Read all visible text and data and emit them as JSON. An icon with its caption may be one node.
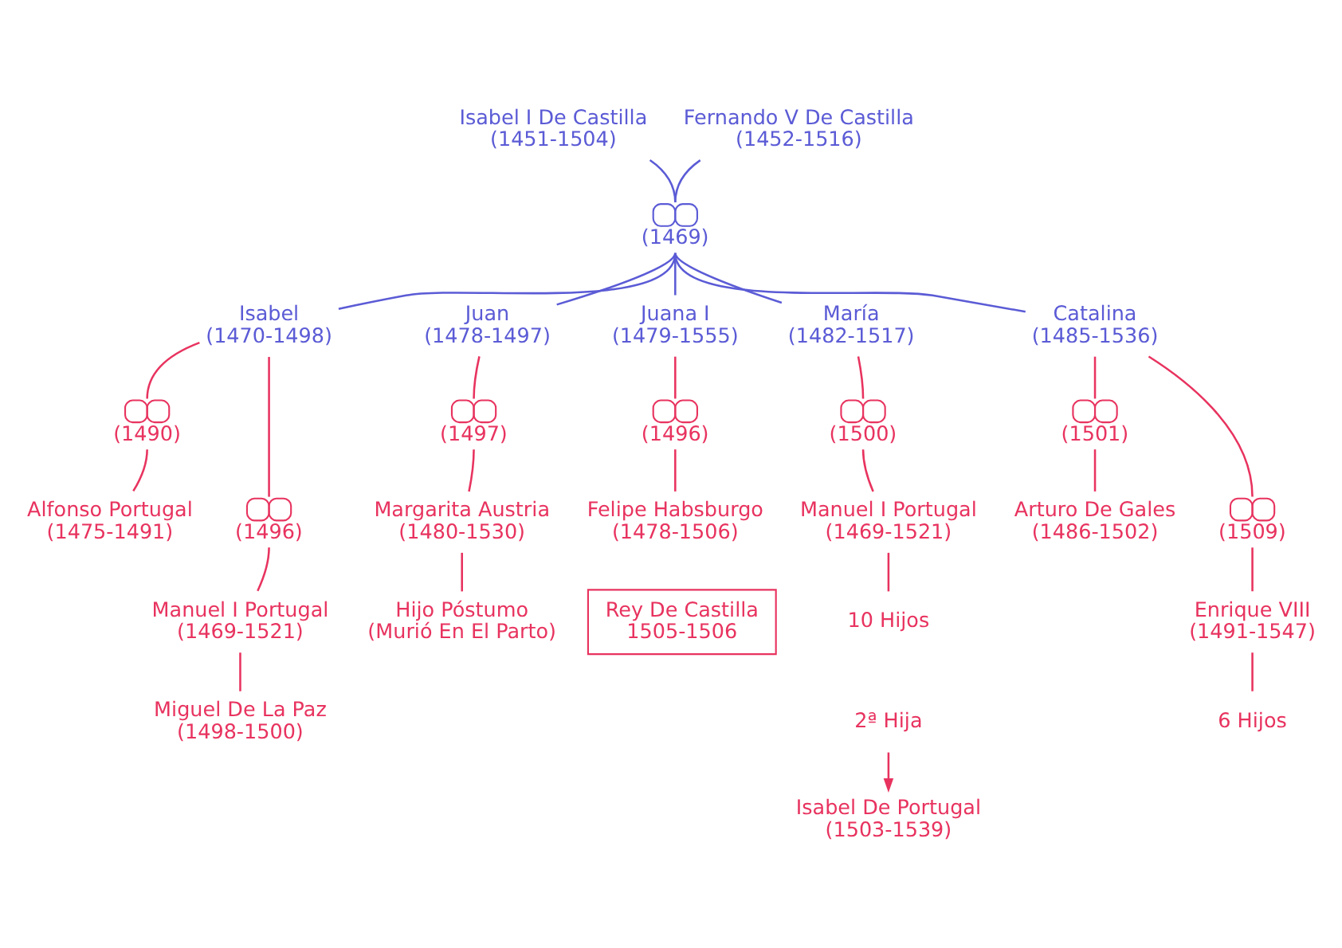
{
  "diagram": {
    "nodes": [
      {
        "text": [
          "Isabel I De Castilla",
          "(1451-1504)"
        ]
      },
      {
        "text": [
          "Fernando V De Castilla",
          "(1452-1516)"
        ]
      },
      {
        "text": [],
        "shape": "rings",
        "beside": [
          "(1469)"
        ]
      },
      {
        "text": [
          "Isabel",
          "(1470-1498)"
        ]
      },
      {
        "text": [
          "Juan",
          "(1478-1497)"
        ]
      },
      {
        "text": [
          "Juana I",
          "(1479-1555)"
        ]
      },
      {
        "text": [
          "María",
          "(1482-1517)"
        ]
      },
      {
        "text": [
          "Catalina",
          "(1485-1536)"
        ]
      },
      {
        "text": [],
        "shape": "rings",
        "beside": [
          "(1490)"
        ]
      },
      {
        "text": [
          "Alfonso Portugal",
          "(1475-1491)"
        ]
      },
      {
        "text": [],
        "shape": "rings",
        "beside": [
          "(1496)"
        ]
      },
      {
        "text": [
          "Manuel I Portugal",
          "(1469-1521)"
        ]
      },
      {
        "text": [
          "Miguel De La Paz",
          "(1498-1500)"
        ]
      },
      {
        "text": [],
        "shape": "rings",
        "beside": [
          "(1497)"
        ]
      },
      {
        "text": [
          "Margarita Austria",
          "(1480-1530)"
        ]
      },
      {
        "text": [
          "Hijo Póstumo",
          "(Murió En El Parto)"
        ]
      },
      {
        "text": [],
        "shape": "rings",
        "beside": [
          "(1496)"
        ]
      },
      {
        "text": [
          "Felipe Habsburgo",
          "(1478-1506)"
        ]
      },
      {
        "text": [
          "Rey De Castilla",
          "1505-1506"
        ]
      },
      {
        "text": [],
        "shape": "rings",
        "beside": [
          "(1500)"
        ]
      },
      {
        "text": [
          "Manuel I Portugal",
          "(1469-1521)"
        ]
      },
      {
        "text": [
          "10 Hijos"
        ]
      },
      {
        "text": [
          "2ª Hija"
        ]
      },
      {
        "text": [
          "Isabel De Portugal",
          "(1503-1539)"
        ]
      },
      {
        "text": [],
        "shape": "rings",
        "beside": [
          "(1501)"
        ]
      },
      {
        "text": [
          "Arturo De Gales",
          "(1486-1502)"
        ]
      },
      {
        "text": [],
        "shape": "rings",
        "beside": [
          "(1509)"
        ]
      },
      {
        "text": [
          "Enrique VIII",
          "(1491-1547)"
        ]
      },
      {
        "text": [
          "6 Hijos"
        ]
      }
    ],
    "edges": [
      {
        "from": 0,
        "to": 2,
        "arrow": "none",
        "color": "#5b5bd6"
      },
      {
        "from": 1,
        "to": 2,
        "arrow": "none",
        "color": "#5b5bd6"
      },
      {
        "from": 2,
        "to": 3,
        "arrow": "none",
        "color": "#5b5bd6"
      },
      {
        "from": 2,
        "to": 4,
        "arrow": "none",
        "color": "#5b5bd6"
      },
      {
        "from": 2,
        "to": 5,
        "arrow": "none",
        "color": "#5b5bd6"
      },
      {
        "from": 2,
        "to": 6,
        "arrow": "none",
        "color": "#5b5bd6"
      },
      {
        "from": 2,
        "to": 7,
        "arrow": "none",
        "color": "#5b5bd6"
      },
      {
        "from": 3,
        "to": 8,
        "arrow": "none"
      },
      {
        "from": 8,
        "to": 9,
        "arrow": "none"
      },
      {
        "from": 3,
        "to": 10,
        "arrow": "none"
      },
      {
        "from": 10,
        "to": 11,
        "arrow": "none"
      },
      {
        "from": 11,
        "to": 12,
        "arrow": "none"
      },
      {
        "from": 4,
        "to": 13,
        "arrow": "none"
      },
      {
        "from": 13,
        "to": 14,
        "arrow": "none"
      },
      {
        "from": 14,
        "to": 15,
        "arrow": "none"
      },
      {
        "from": 5,
        "to": 16,
        "arrow": "none"
      },
      {
        "from": 16,
        "to": 17,
        "arrow": "none"
      },
      {
        "from": 6,
        "to": 19,
        "arrow": "none"
      },
      {
        "from": 19,
        "to": 20,
        "arrow": "none"
      },
      {
        "from": 20,
        "to": 21,
        "arrow": "none"
      },
      {
        "from": 22,
        "to": 23,
        "arrow": "to"
      },
      {
        "from": 7,
        "to": 24,
        "arrow": "none"
      },
      {
        "from": 24,
        "to": 25,
        "arrow": "none"
      },
      {
        "from": 7,
        "to": 26,
        "arrow": "none"
      },
      {
        "from": 26,
        "to": 27,
        "arrow": "none"
      },
      {
        "from": 27,
        "to": 28,
        "arrow": "none"
      }
    ]
  }
}
